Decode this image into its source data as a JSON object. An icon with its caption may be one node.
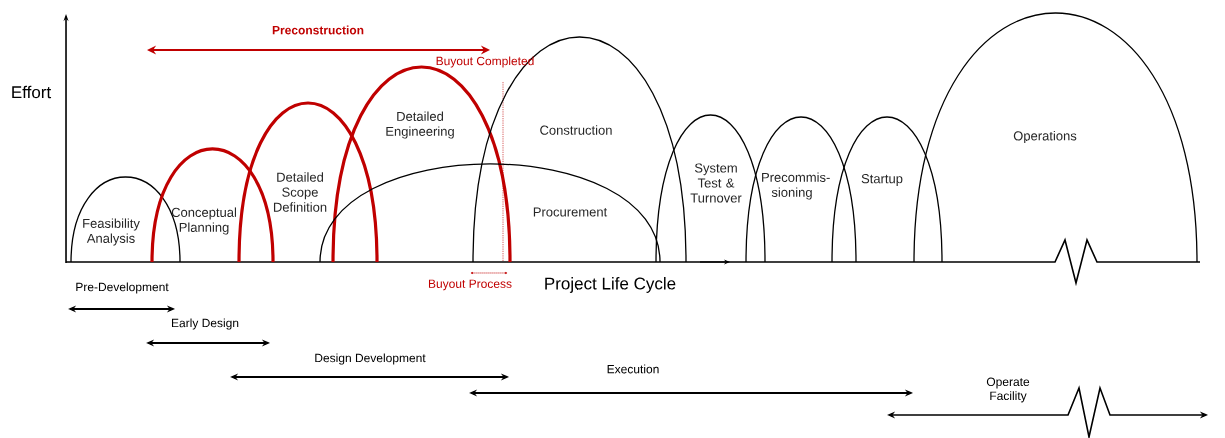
{
  "diagram": {
    "nodes": [
      {
        "text": [
          "Feasibility Analysis"
        ]
      },
      {
        "text": [
          "Conceptual Planning"
        ]
      },
      {
        "text": [
          "Detailed Scope Definition"
        ]
      },
      {
        "text": [
          "Detailed Engineering"
        ]
      },
      {
        "text": [
          "Procurement"
        ]
      },
      {
        "text": [
          "Construction"
        ]
      },
      {
        "text": [
          "System Test & Turnover"
        ]
      },
      {
        "text": [
          "Precommis- sioning"
        ]
      },
      {
        "text": [
          "Startup"
        ]
      },
      {
        "text": [
          "Operations"
        ]
      }
    ],
    "labels": [
      "Preconstruction",
      "Buyout Completed",
      "Effort",
      "Buyout Process",
      "Project Life Cycle",
      "Pre-Development",
      "Early Design",
      "Design Development",
      "Execution",
      "Operate Facility"
    ]
  }
}
